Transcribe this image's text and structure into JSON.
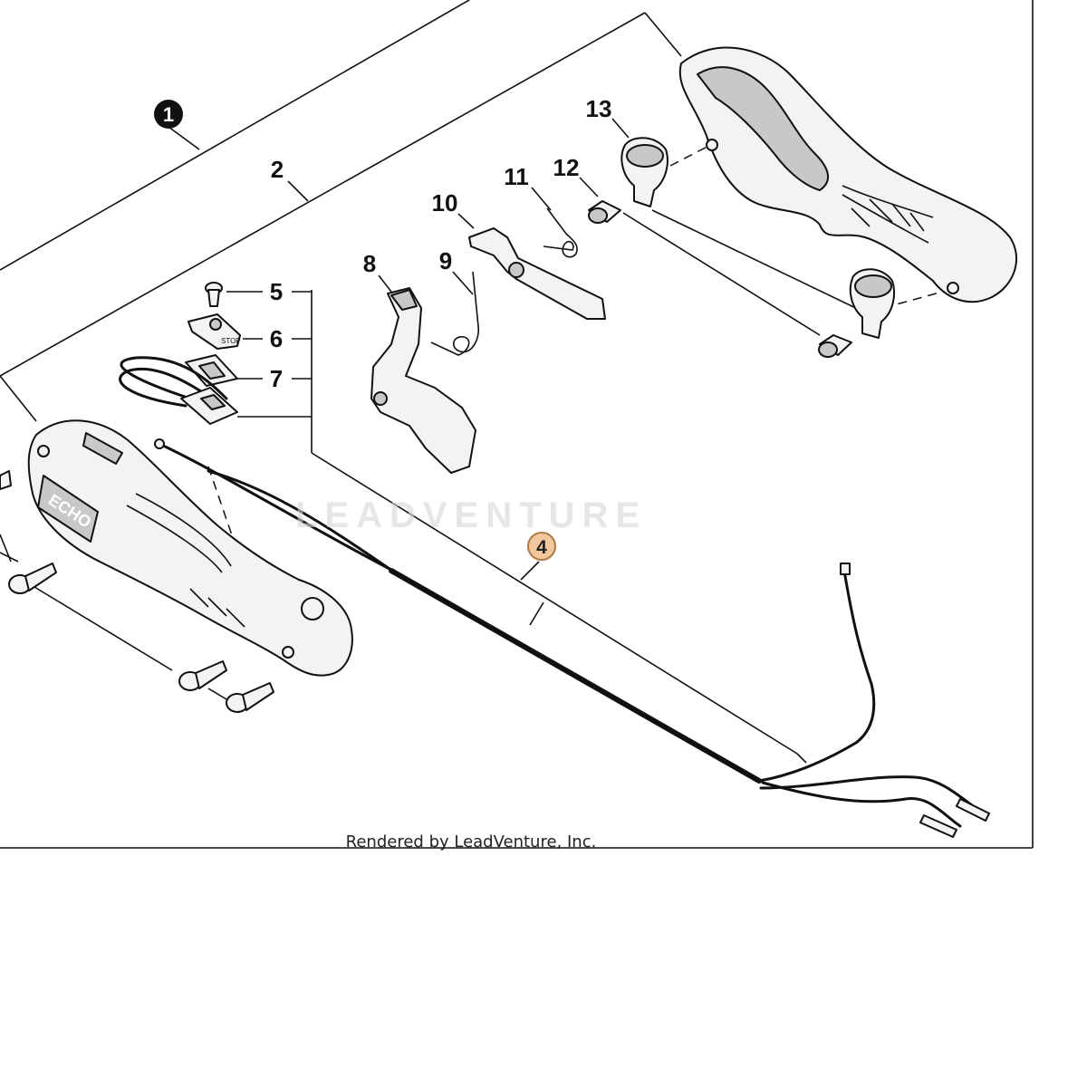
{
  "diagram": {
    "callouts": {
      "c1": "1",
      "c2": "2",
      "c4": "4",
      "c5": "5",
      "c6": "6",
      "c7": "7",
      "c8": "8",
      "c9": "9",
      "c10": "10",
      "c11": "11",
      "c12": "12",
      "c13": "13"
    },
    "brand_logo_text": "ECHO",
    "decal_text": "STOP",
    "watermark": "LEADVENTURE",
    "footer": "Rendered by LeadVenture, Inc.",
    "colors": {
      "highlight_badge": "#f2c79e",
      "highlight_badge_stroke": "#b07a45",
      "ink": "#111111",
      "watermark": "#d6d6d6"
    }
  }
}
